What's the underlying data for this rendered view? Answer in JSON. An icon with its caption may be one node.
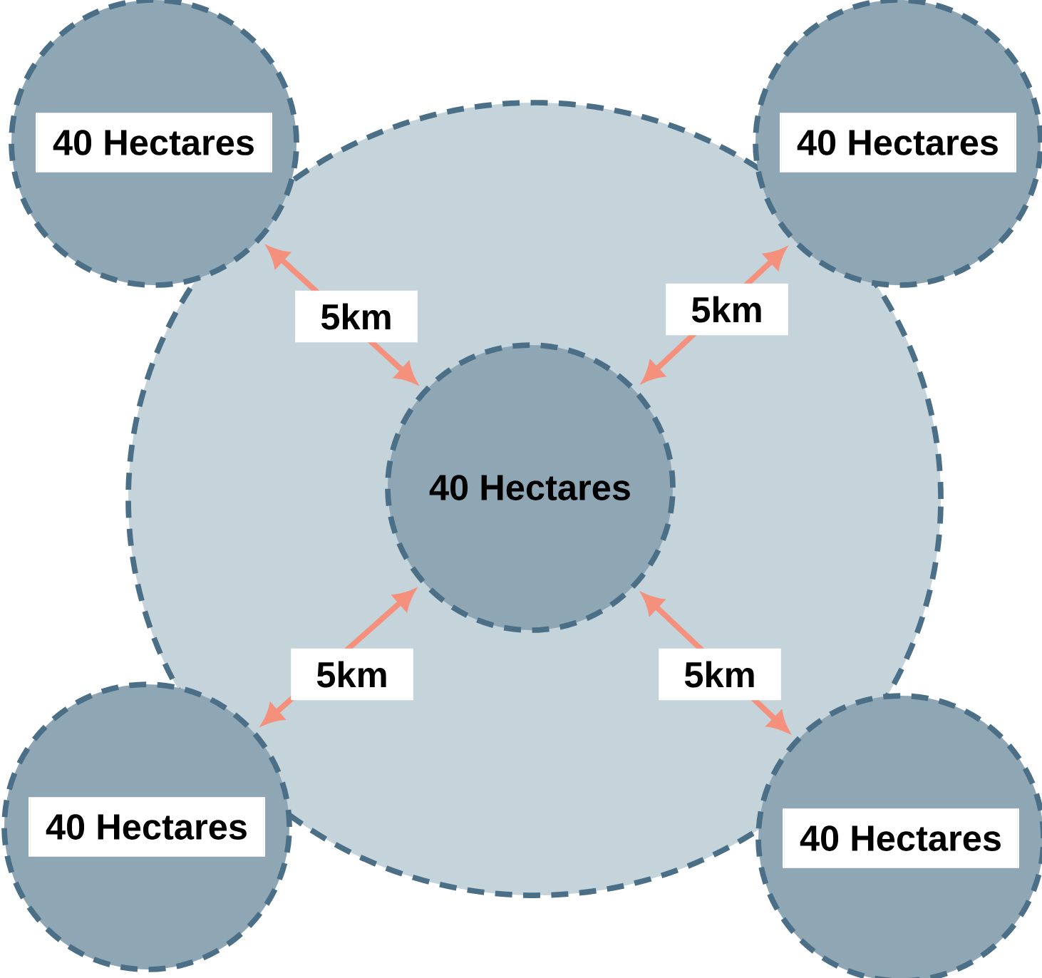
{
  "diagram": {
    "nodes": [
      {
        "text": [],
        "shape": "circle"
      },
      {
        "text": [
          "40 Hectares"
        ]
      },
      {
        "text": [
          "40 Hectares"
        ]
      },
      {
        "text": [
          "40 Hectares"
        ],
        "in": 0
      },
      {
        "text": [
          "40 Hectares"
        ]
      },
      {
        "text": [
          "40 Hectares"
        ]
      }
    ],
    "edges": [
      {
        "from": 3,
        "to": 1,
        "arrow": "both",
        "label": "5km"
      },
      {
        "from": 3,
        "to": 2,
        "arrow": "both",
        "label": "5km"
      },
      {
        "from": 3,
        "to": 4,
        "arrow": "both",
        "label": "5km"
      },
      {
        "from": 3,
        "to": 5,
        "arrow": "both",
        "label": "5km"
      }
    ]
  }
}
